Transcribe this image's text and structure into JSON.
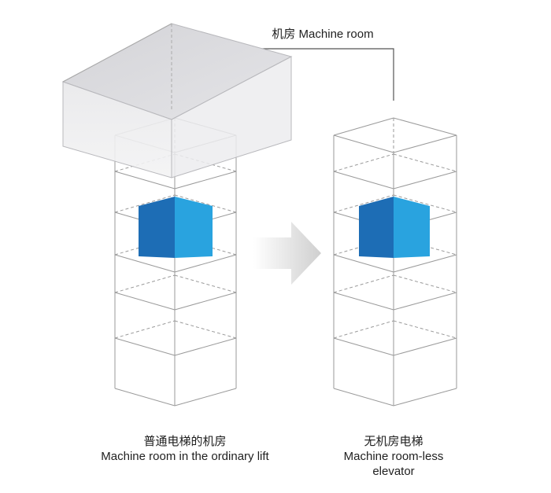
{
  "top_label": "机房 Machine room",
  "left_caption": {
    "zh": "普通电梯的机房",
    "en": "Machine room in the ordinary lift"
  },
  "right_caption": {
    "zh": "无机房电梯",
    "en_line1": "Machine room-less",
    "en_line2": "elevator"
  },
  "colors": {
    "shaft_line": "#9a9a9a",
    "machine_room_fill": "#d9d9dd",
    "car_front": "#1d6db5",
    "car_side": "#29a3df",
    "arrow": "#d8d8d8"
  },
  "icons": {
    "left_shaft": "elevator-shaft-icon",
    "right_shaft": "elevator-shaft-icon",
    "machine_room": "machine-room-box-icon",
    "car": "elevator-car-icon",
    "arrow": "arrow-right-icon"
  }
}
